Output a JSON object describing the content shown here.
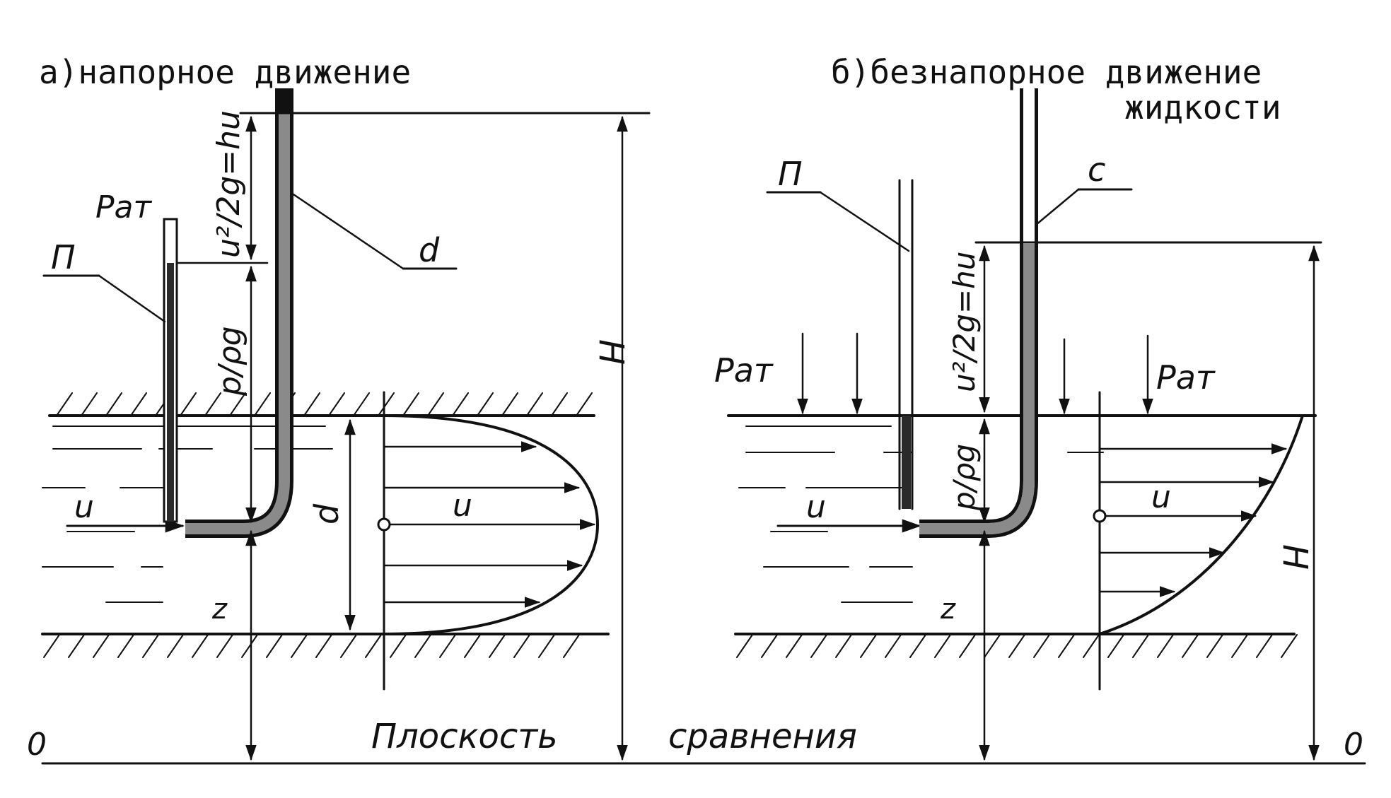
{
  "headings": {
    "a": "а)напорное движение",
    "b_line1": "б)безнапорное движение",
    "b_line2": "жидкости"
  },
  "labels": {
    "p_atm": "Pат",
    "piezometer": "П",
    "pitot": "d",
    "pitot_b": "с",
    "velocity_head": "u²/2g=hu",
    "pressure_head": "p/ρg",
    "total_head": "H",
    "depth": "d",
    "velocity": "u",
    "elevation": "z",
    "datum_left": "0",
    "datum_right": "0",
    "datum_caption_1": "Плоскость",
    "datum_caption_2": "сравнения"
  },
  "colors": {
    "ink": "#111111",
    "tube_fill": "#8a8a8a"
  }
}
